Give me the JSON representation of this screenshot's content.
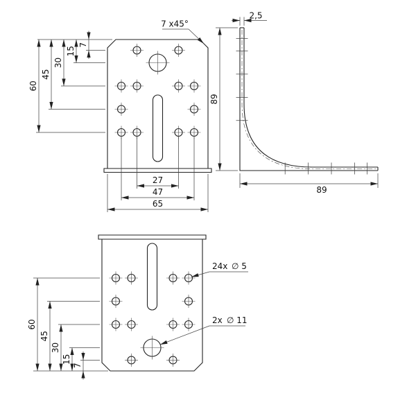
{
  "drawing": {
    "front_view": {
      "chamfer_callout": "7 x45°",
      "left_dims": [
        "7",
        "15",
        "30",
        "45",
        "60"
      ],
      "bottom_dims": [
        "27",
        "47",
        "65"
      ]
    },
    "side_view": {
      "thickness": "2,5",
      "height": "89",
      "length": "89"
    },
    "plan_view": {
      "left_dims": [
        "7",
        "15",
        "30",
        "45",
        "60"
      ],
      "hole_callouts": [
        {
          "count": "24x",
          "dia": "∅ 5"
        },
        {
          "count": "2x",
          "dia": "∅ 11"
        }
      ]
    }
  }
}
